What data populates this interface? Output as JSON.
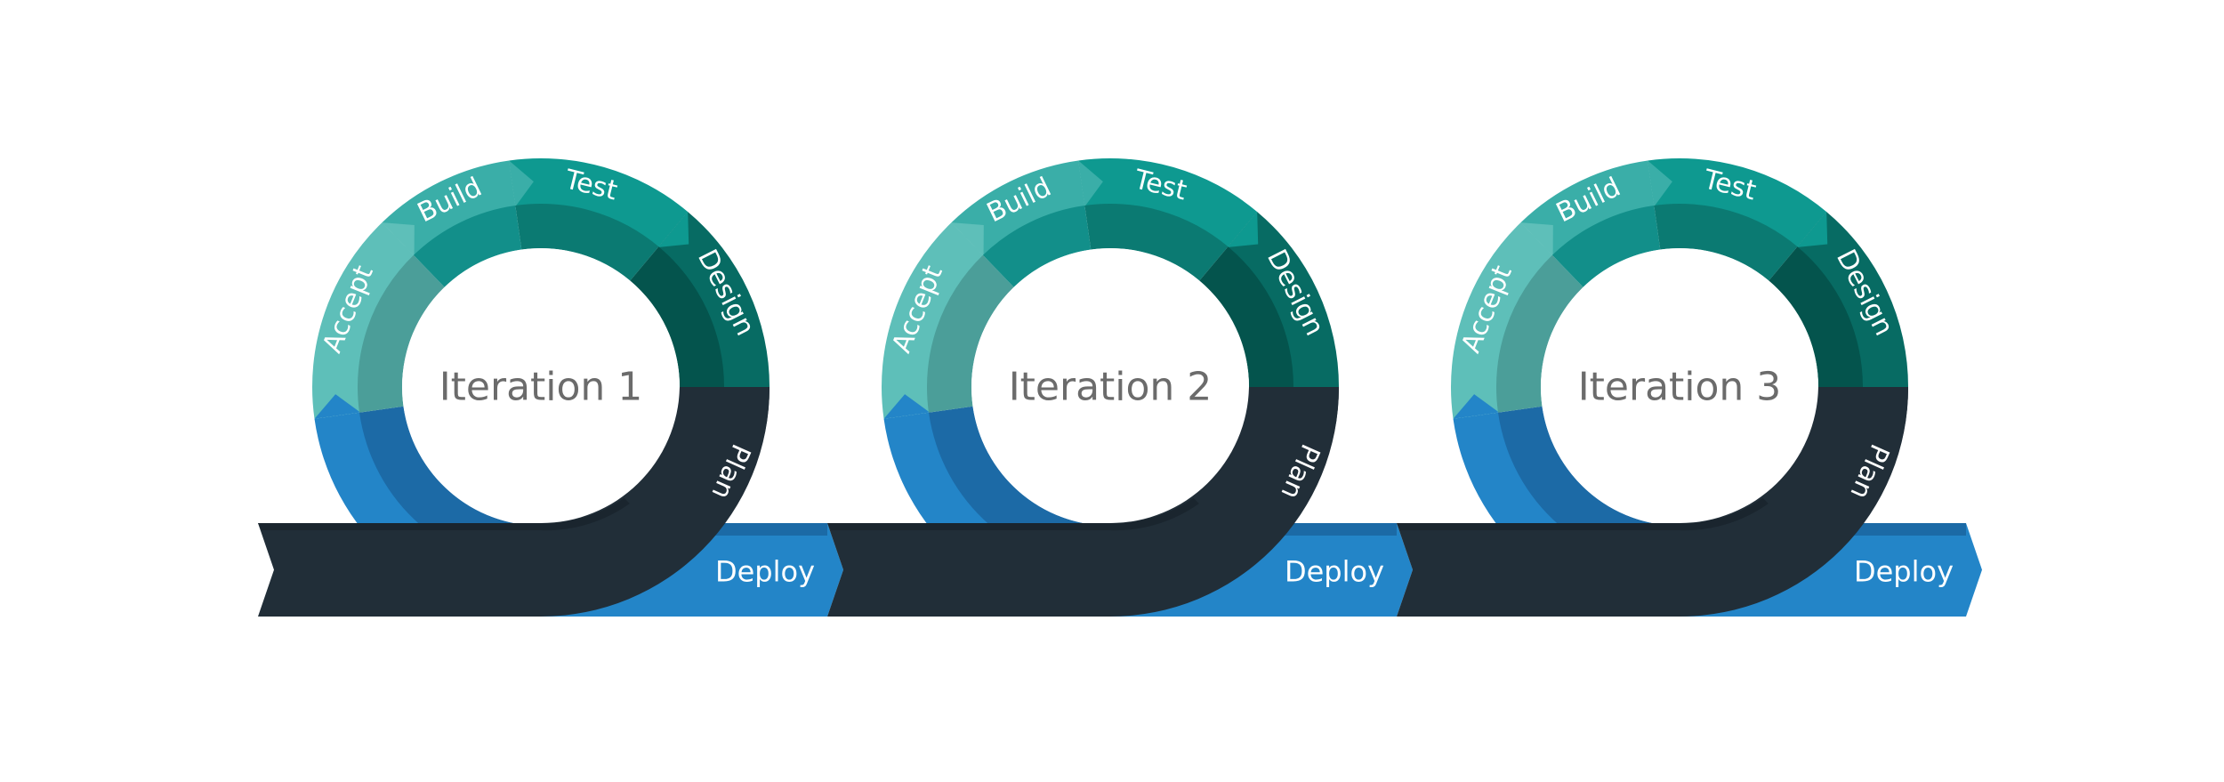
{
  "colors": {
    "accept": "#5ebfb9",
    "build": "#3aaea8",
    "test": "#0e9990",
    "design": "#076b63",
    "plan": "#212e38",
    "deploy": "#2385c8",
    "deploy_dark": "#1b6aa6",
    "inner_accept": "#4b9e99",
    "inner_build": "#128f8a",
    "inner_test": "#0b7a72",
    "inner_design": "#04544d",
    "inner_plan": "#1b2730",
    "inner_deploy": "#1c6aa6",
    "title": "#6b6b6b"
  },
  "iterations": [
    {
      "title": "Iteration 1",
      "phases": {
        "plan": "Plan",
        "design": "Design",
        "test": "Test",
        "build": "Build",
        "accept": "Accept",
        "deploy": "Deploy"
      }
    },
    {
      "title": "Iteration 2",
      "phases": {
        "plan": "Plan",
        "design": "Design",
        "test": "Test",
        "build": "Build",
        "accept": "Accept",
        "deploy": "Deploy"
      }
    },
    {
      "title": "Iteration 3",
      "phases": {
        "plan": "Plan",
        "design": "Design",
        "test": "Test",
        "build": "Build",
        "accept": "Accept",
        "deploy": "Deploy"
      }
    }
  ]
}
